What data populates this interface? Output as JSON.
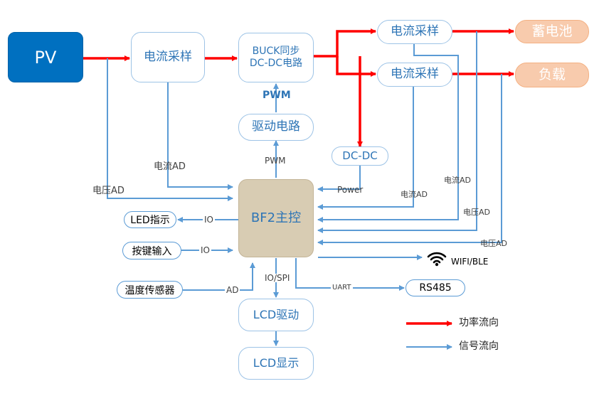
{
  "nodes": {
    "pv": "PV",
    "sense_in": "电流采样",
    "buck_line1": "BUCK同步",
    "buck_line2": "DC-DC电路",
    "sense_bat": "电流采样",
    "sense_load": "电流采样",
    "battery": "蓄电池",
    "load": "负载",
    "driver": "驱动电路",
    "dcdc": "DC-DC",
    "mcu": "BF2主控",
    "led": "LED指示",
    "keys": "按键输入",
    "temp": "温度传感器",
    "lcd_drv": "LCD驱动",
    "lcd_disp": "LCD显示",
    "rs485": "RS485"
  },
  "labels": {
    "pwm_upper": "PWM",
    "pwm_lower": "PWM",
    "current_ad_in": "电流AD",
    "voltage_ad_in": "电压AD",
    "power": "Power",
    "current_ad_load": "电流AD",
    "current_ad_bat": "电流AD",
    "voltage_ad_bat": "电压AD",
    "voltage_ad_load": "电压AD",
    "io_led": "IO",
    "io_keys": "IO",
    "ad_temp": "AD",
    "io_spi": "IO/SPI",
    "uart": "UART",
    "wifi": "WIFI/BLE"
  },
  "legend": {
    "power_flow": "功率流向",
    "signal_flow": "信号流向"
  },
  "colors": {
    "power_flow": "#ff0000",
    "signal_flow": "#5b9bd5",
    "pv_fill": "#0070c0",
    "output_fill": "#f8cbad",
    "mcu_fill": "#d8ccb3"
  },
  "icons": {
    "wifi": "wifi-icon"
  }
}
